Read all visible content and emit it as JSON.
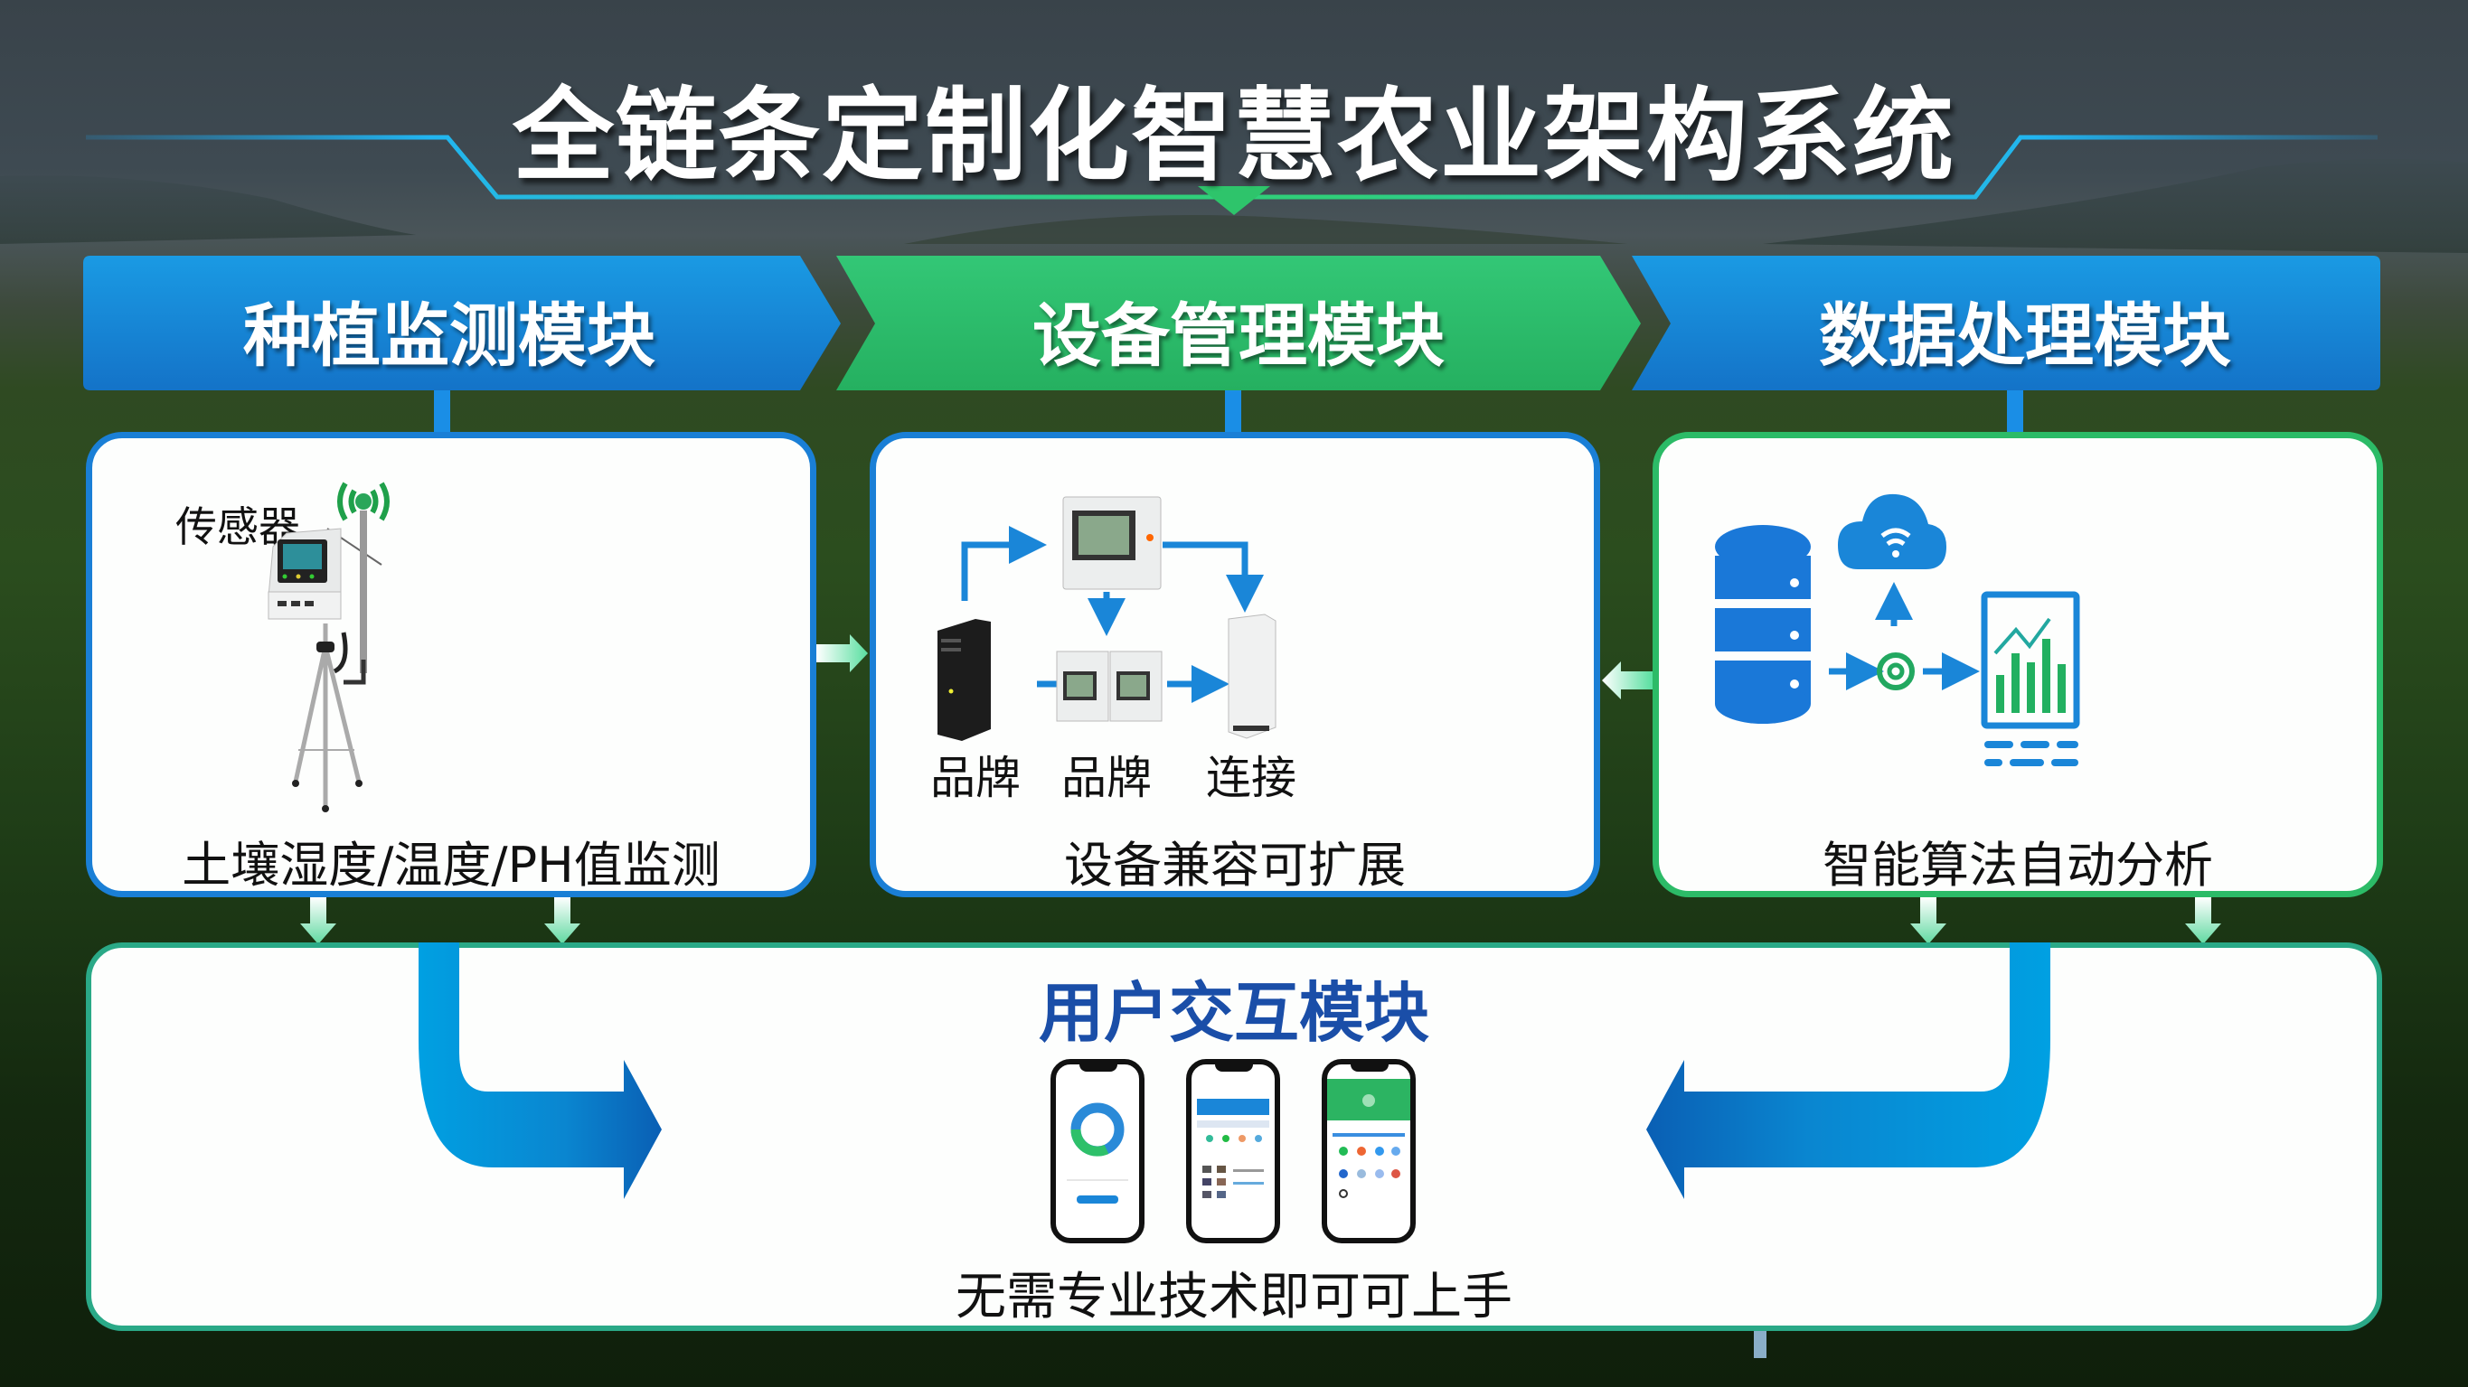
{
  "title": "全链条定制化智慧农业架构系统",
  "modules": [
    {
      "header": "种植监测模块",
      "color": "#1a86d8",
      "callout": "传感器",
      "caption": "土壤湿度/温度/PH值监测",
      "icons": [
        "sensor-station-icon",
        "wireless-signal-icon",
        "tripod-icon"
      ]
    },
    {
      "header": "设备管理模块",
      "color": "#2ebd6a",
      "labels": [
        "品牌",
        "品牌",
        "连接"
      ],
      "caption": "设备兼容可扩展",
      "icons": [
        "server-tower-icon",
        "controller-device-icon",
        "dual-controller-icon",
        "cabinet-icon"
      ]
    },
    {
      "header": "数据处理模块",
      "color": "#1a86d8",
      "caption": "智能算法自动分析",
      "icons": [
        "database-icon",
        "cloud-wifi-icon",
        "processing-node-icon",
        "analytics-chart-icon"
      ]
    }
  ],
  "user_module": {
    "title": "用户交互模块",
    "caption": "无需专业技术即可可上手",
    "phones": [
      "donut-chart-screen",
      "dashboard-screen",
      "app-grid-screen"
    ]
  },
  "colors": {
    "blue": "#1a86d8",
    "green": "#2ebd6a",
    "title_blue": "#1a4ea8",
    "teal_border": "#2aa987"
  }
}
